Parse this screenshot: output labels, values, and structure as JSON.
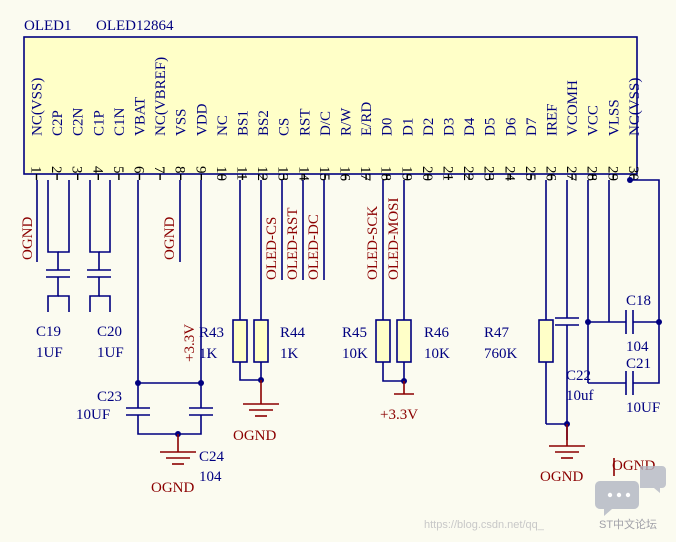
{
  "component": {
    "designator": "OLED1",
    "part": "OLED12864"
  },
  "pins": [
    {
      "num": "1",
      "name": "NC(VSS)"
    },
    {
      "num": "2",
      "name": "C2P"
    },
    {
      "num": "3",
      "name": "C2N"
    },
    {
      "num": "4",
      "name": "C1P"
    },
    {
      "num": "5",
      "name": "C1N"
    },
    {
      "num": "6",
      "name": "VBAT"
    },
    {
      "num": "7",
      "name": "NC(VBREF)"
    },
    {
      "num": "8",
      "name": "VSS"
    },
    {
      "num": "9",
      "name": "VDD"
    },
    {
      "num": "10",
      "name": "NC"
    },
    {
      "num": "11",
      "name": "BS1"
    },
    {
      "num": "12",
      "name": "BS2"
    },
    {
      "num": "13",
      "name": "CS"
    },
    {
      "num": "14",
      "name": "RST"
    },
    {
      "num": "15",
      "name": "D/C"
    },
    {
      "num": "16",
      "name": "R/W"
    },
    {
      "num": "17",
      "name": "E/RD"
    },
    {
      "num": "18",
      "name": "D0"
    },
    {
      "num": "19",
      "name": "D1"
    },
    {
      "num": "20",
      "name": "D2"
    },
    {
      "num": "21",
      "name": "D3"
    },
    {
      "num": "22",
      "name": "D4"
    },
    {
      "num": "23",
      "name": "D5"
    },
    {
      "num": "24",
      "name": "D6"
    },
    {
      "num": "25",
      "name": "D7"
    },
    {
      "num": "26",
      "name": "IREF"
    },
    {
      "num": "27",
      "name": "VCOMH"
    },
    {
      "num": "28",
      "name": "VCC"
    },
    {
      "num": "29",
      "name": "VLSS"
    },
    {
      "num": "30",
      "name": "NC(VSS)"
    }
  ],
  "nets": {
    "ognd1": "OGND",
    "ognd8": "OGND",
    "cs": "OLED-CS",
    "rst": "OLED-RST",
    "dc": "OLED-DC",
    "sck": "OLED-SCK",
    "mosi": "OLED-MOSI",
    "v33_a": "+3.3V",
    "v33_b": "+3.3V",
    "gnd_c23": "OGND",
    "gnd_r43": "OGND",
    "gnd_r47": "OGND",
    "gnd_right": "OGND"
  },
  "parts": {
    "c19": {
      "ref": "C19",
      "value": "1UF"
    },
    "c20": {
      "ref": "C20",
      "value": "1UF"
    },
    "c23": {
      "ref": "C23",
      "value": "10UF"
    },
    "c24": {
      "ref": "C24",
      "value": "104"
    },
    "r43": {
      "ref": "R43",
      "value": "1K"
    },
    "r44": {
      "ref": "R44",
      "value": "1K"
    },
    "r45": {
      "ref": "R45",
      "value": "10K"
    },
    "r46": {
      "ref": "R46",
      "value": "10K"
    },
    "r47": {
      "ref": "R47",
      "value": "760K"
    },
    "c22": {
      "ref": "C22",
      "value": "10uf"
    },
    "c18": {
      "ref": "C18",
      "value": "104"
    },
    "c21": {
      "ref": "C21",
      "value": "10UF"
    }
  },
  "watermark": {
    "url": "https://blog.csdn.net/qq_",
    "brand": "ST中文论坛"
  }
}
